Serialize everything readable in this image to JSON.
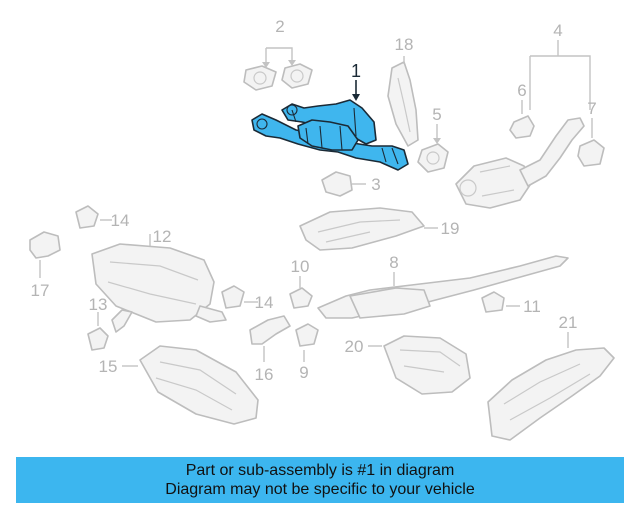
{
  "banner": {
    "line1": "Part or sub-assembly is #1 in diagram",
    "line2": "Diagram may not be specific to your vehicle"
  },
  "callouts": {
    "c1": "1",
    "c2": "2",
    "c3": "3",
    "c4": "4",
    "c5": "5",
    "c6": "6",
    "c7": "7",
    "c8": "8",
    "c9": "9",
    "c10": "10",
    "c11": "11",
    "c12": "12",
    "c13": "13",
    "c14a": "14",
    "c14b": "14",
    "c15": "15",
    "c16": "16",
    "c17": "17",
    "c18": "18",
    "c19": "19",
    "c20": "20",
    "c21": "21"
  },
  "colors": {
    "highlight": "#3fb6ee",
    "banner": "#3cb6ef",
    "linework": "#bdbdbd"
  }
}
